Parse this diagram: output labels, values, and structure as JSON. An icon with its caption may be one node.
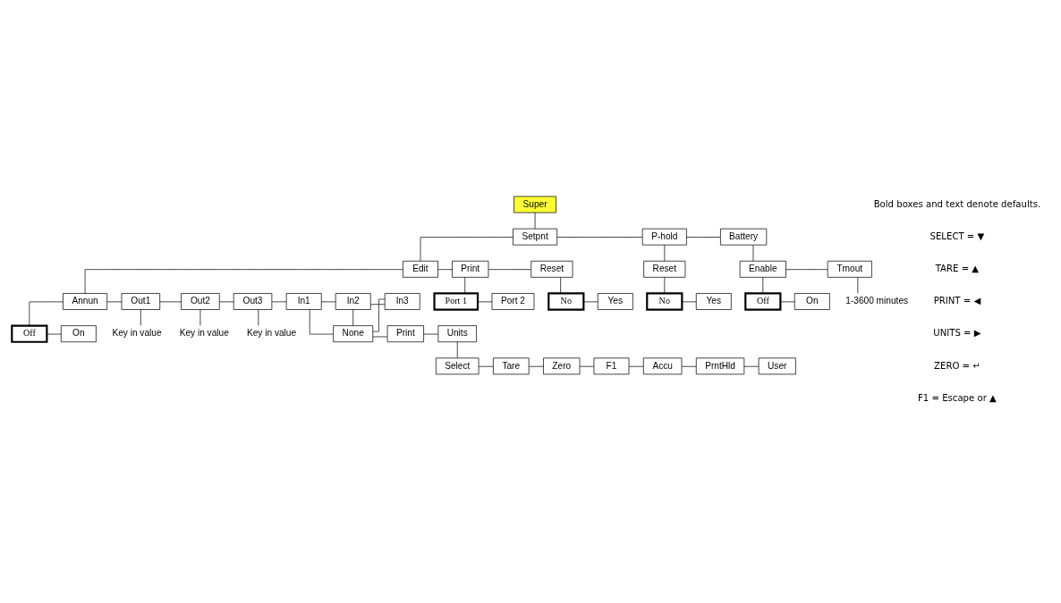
{
  "diagram": {
    "nodes": [
      {
        "text": [
          "Super"
        ]
      },
      {
        "text": [
          "Setpnt"
        ]
      },
      {
        "text": [
          "P-hold"
        ]
      },
      {
        "text": [
          "Battery"
        ]
      },
      {
        "text": [
          "Reset"
        ]
      },
      {
        "text": [
          "No"
        ]
      },
      {
        "text": [
          "Yes"
        ]
      },
      {
        "text": [
          "Enable"
        ]
      },
      {
        "text": [
          "Off"
        ]
      },
      {
        "text": [
          "On"
        ]
      },
      {
        "text": [
          "Tmout"
        ]
      },
      {
        "text": [
          "1-3600 minutes"
        ]
      },
      {
        "text": [
          "Edit"
        ]
      },
      {
        "text": [
          "Print"
        ]
      },
      {
        "text": [
          "Reset"
        ]
      },
      {
        "text": [
          "Port 1"
        ]
      },
      {
        "text": [
          "Port 2"
        ]
      },
      {
        "text": [
          "No"
        ]
      },
      {
        "text": [
          "Yes"
        ]
      },
      {
        "text": [
          "Annun"
        ]
      },
      {
        "text": [
          "Off"
        ]
      },
      {
        "text": [
          "On"
        ]
      },
      {
        "text": [
          "Out1"
        ]
      },
      {
        "text": [
          "Out2"
        ]
      },
      {
        "text": [
          "Out3"
        ]
      },
      {
        "text": [
          "In1"
        ]
      },
      {
        "text": [
          "In2"
        ]
      },
      {
        "text": [
          "In3"
        ]
      },
      {
        "text": [
          "Key in value"
        ]
      },
      {
        "text": [
          "Key in value"
        ]
      },
      {
        "text": [
          "Key in value"
        ]
      },
      {
        "text": [
          "None"
        ]
      },
      {
        "text": [
          "Print"
        ]
      },
      {
        "text": [
          "Units"
        ]
      },
      {
        "text": [
          "Select"
        ]
      },
      {
        "text": [
          "Tare"
        ]
      },
      {
        "text": [
          "Zero"
        ]
      },
      {
        "text": [
          "F1"
        ]
      },
      {
        "text": [
          "Accu"
        ]
      },
      {
        "text": [
          "PrntHld"
        ]
      },
      {
        "text": [
          "User"
        ]
      }
    ],
    "edges": [
      {
        "from": 0,
        "to": 1,
        "arrow": "none"
      },
      {
        "from": 1,
        "to": 2,
        "arrow": "none"
      },
      {
        "from": 2,
        "to": 3,
        "arrow": "none"
      },
      {
        "from": 2,
        "to": 4,
        "arrow": "none"
      },
      {
        "from": 4,
        "to": 5,
        "arrow": "none"
      },
      {
        "from": 5,
        "to": 6,
        "arrow": "none"
      },
      {
        "from": 3,
        "to": 7,
        "arrow": "none"
      },
      {
        "from": 7,
        "to": 8,
        "arrow": "none"
      },
      {
        "from": 8,
        "to": 9,
        "arrow": "none"
      },
      {
        "from": 7,
        "to": 10,
        "arrow": "none"
      },
      {
        "from": 10,
        "to": 11,
        "arrow": "none"
      },
      {
        "from": 1,
        "to": 12,
        "arrow": "none"
      },
      {
        "from": 12,
        "to": 13,
        "arrow": "none"
      },
      {
        "from": 13,
        "to": 14,
        "arrow": "none"
      },
      {
        "from": 13,
        "to": 15,
        "arrow": "none"
      },
      {
        "from": 15,
        "to": 16,
        "arrow": "none"
      },
      {
        "from": 14,
        "to": 17,
        "arrow": "none"
      },
      {
        "from": 17,
        "to": 18,
        "arrow": "none"
      },
      {
        "from": 12,
        "to": 19,
        "arrow": "none"
      },
      {
        "from": 19,
        "to": 20,
        "arrow": "none"
      },
      {
        "from": 20,
        "to": 21,
        "arrow": "none"
      },
      {
        "from": 19,
        "to": 22,
        "arrow": "none"
      },
      {
        "from": 22,
        "to": 23,
        "arrow": "none"
      },
      {
        "from": 23,
        "to": 24,
        "arrow": "none"
      },
      {
        "from": 24,
        "to": 25,
        "arrow": "none"
      },
      {
        "from": 25,
        "to": 26,
        "arrow": "none"
      },
      {
        "from": 26,
        "to": 27,
        "arrow": "none"
      },
      {
        "from": 22,
        "to": 28,
        "arrow": "none"
      },
      {
        "from": 23,
        "to": 29,
        "arrow": "none"
      },
      {
        "from": 24,
        "to": 30,
        "arrow": "none"
      },
      {
        "from": 25,
        "to": 31,
        "arrow": "none"
      },
      {
        "from": 26,
        "to": 31,
        "arrow": "none"
      },
      {
        "from": 27,
        "to": 31,
        "arrow": "none"
      },
      {
        "from": 31,
        "to": 32,
        "arrow": "none"
      },
      {
        "from": 32,
        "to": 33,
        "arrow": "none"
      },
      {
        "from": 33,
        "to": 34,
        "arrow": "none"
      },
      {
        "from": 34,
        "to": 35,
        "arrow": "none"
      },
      {
        "from": 35,
        "to": 36,
        "arrow": "none"
      },
      {
        "from": 36,
        "to": 37,
        "arrow": "none"
      },
      {
        "from": 37,
        "to": 38,
        "arrow": "none"
      },
      {
        "from": 38,
        "to": 39,
        "arrow": "none"
      },
      {
        "from": 39,
        "to": 40,
        "arrow": "none"
      }
    ],
    "labels": [
      "Bold boxes and text denote defaults.",
      "SELECT = ▼",
      "TARE = ▲",
      "PRINT = ◀",
      "UNITS = ▶",
      "ZERO = ↵",
      "F1 = Escape or ▲"
    ]
  }
}
